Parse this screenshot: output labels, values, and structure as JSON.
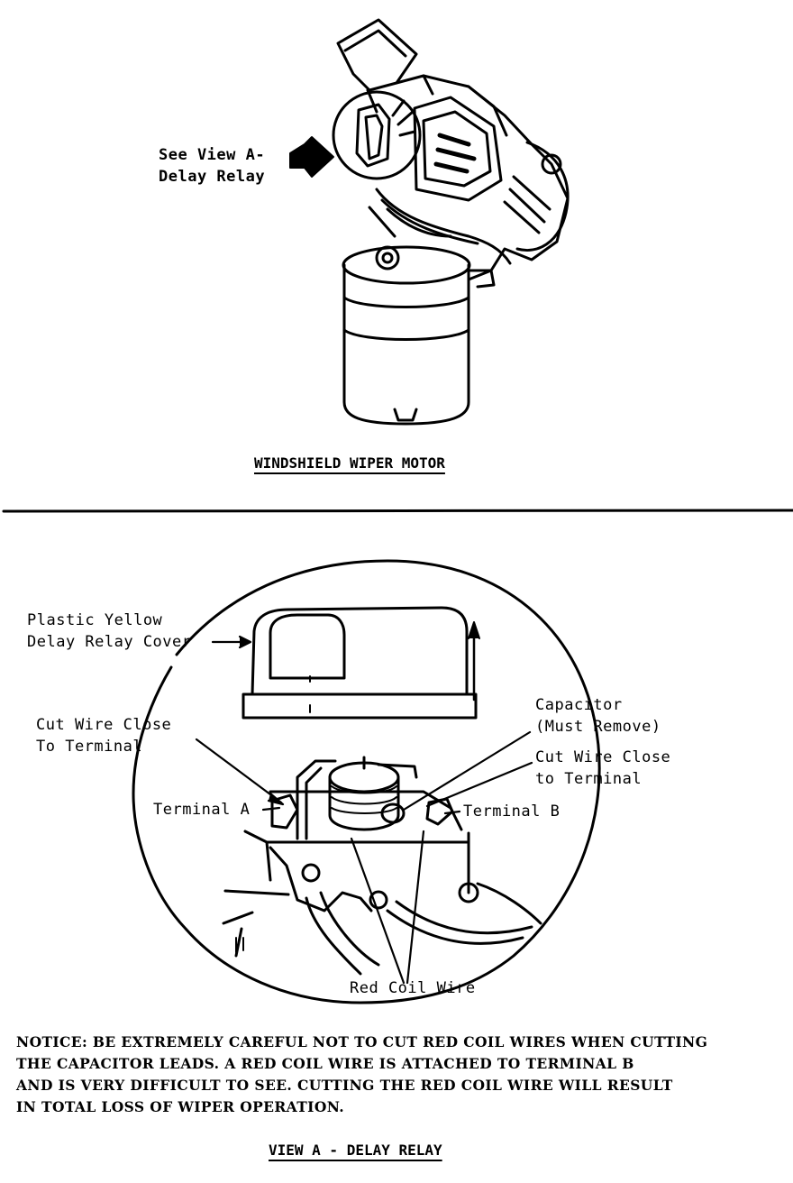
{
  "top_figure": {
    "callout_line1": "See View A-",
    "callout_line2": "Delay Relay",
    "caption": "WINDSHIELD WIPER MOTOR"
  },
  "detail_view": {
    "cover_label_line1": "Plastic Yellow",
    "cover_label_line2": "Delay Relay Cover",
    "cut_wire_left_line1": "Cut Wire Close",
    "cut_wire_left_line2": "To Terminal",
    "capacitor_line1": "Capacitor",
    "capacitor_line2": "(Must Remove)",
    "cut_wire_right_line1": "Cut Wire Close",
    "cut_wire_right_line2": "to Terminal",
    "terminal_a": "Terminal A",
    "terminal_b": "Terminal B",
    "red_coil_wire": "Red Coil Wire"
  },
  "notice": {
    "line1": "NOTICE: BE EXTREMELY CAREFUL NOT TO CUT RED COIL WIRES WHEN CUTTING",
    "line2": "THE CAPACITOR LEADS. A RED COIL WIRE IS ATTACHED TO TERMINAL B",
    "line3": "AND IS VERY DIFFICULT TO SEE. CUTTING THE RED COIL WIRE WILL RESULT",
    "line4": "IN TOTAL LOSS OF WIPER OPERATION."
  },
  "bottom_caption": "VIEW A - DELAY RELAY"
}
